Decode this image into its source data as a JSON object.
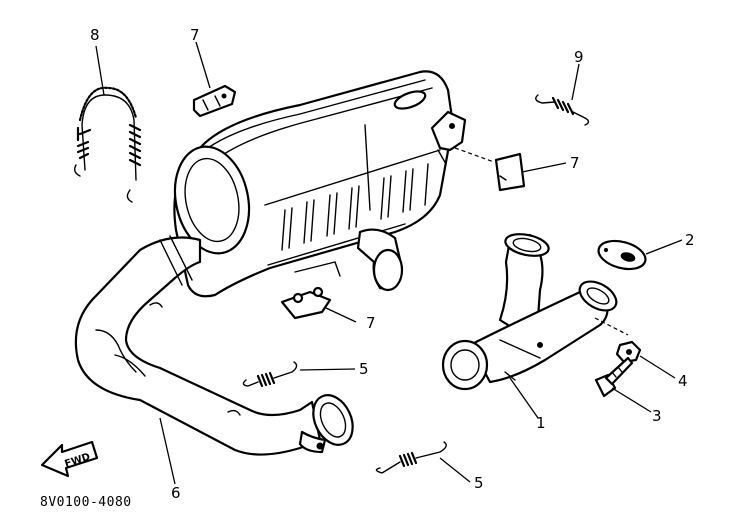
{
  "diagram": {
    "drawing_code": "8V0100-4080",
    "forward_label": "FWD",
    "callouts": [
      {
        "id": "c1",
        "number": "1",
        "part": "exhaust-pipe-y-piece"
      },
      {
        "id": "c2",
        "number": "2",
        "part": "gasket"
      },
      {
        "id": "c3",
        "number": "3",
        "part": "bolt"
      },
      {
        "id": "c4",
        "number": "4",
        "part": "nut"
      },
      {
        "id": "c5a",
        "number": "5",
        "part": "spring-upper"
      },
      {
        "id": "c5b",
        "number": "5",
        "part": "spring-lower"
      },
      {
        "id": "c6",
        "number": "6",
        "part": "exhaust-pipe"
      },
      {
        "id": "c7a",
        "number": "7",
        "part": "damper-top"
      },
      {
        "id": "c7b",
        "number": "7",
        "part": "damper-right"
      },
      {
        "id": "c7c",
        "number": "7",
        "part": "damper-bottom"
      },
      {
        "id": "c8",
        "number": "8",
        "part": "coil-spring-left"
      },
      {
        "id": "c9",
        "number": "9",
        "part": "spring-small"
      }
    ]
  }
}
